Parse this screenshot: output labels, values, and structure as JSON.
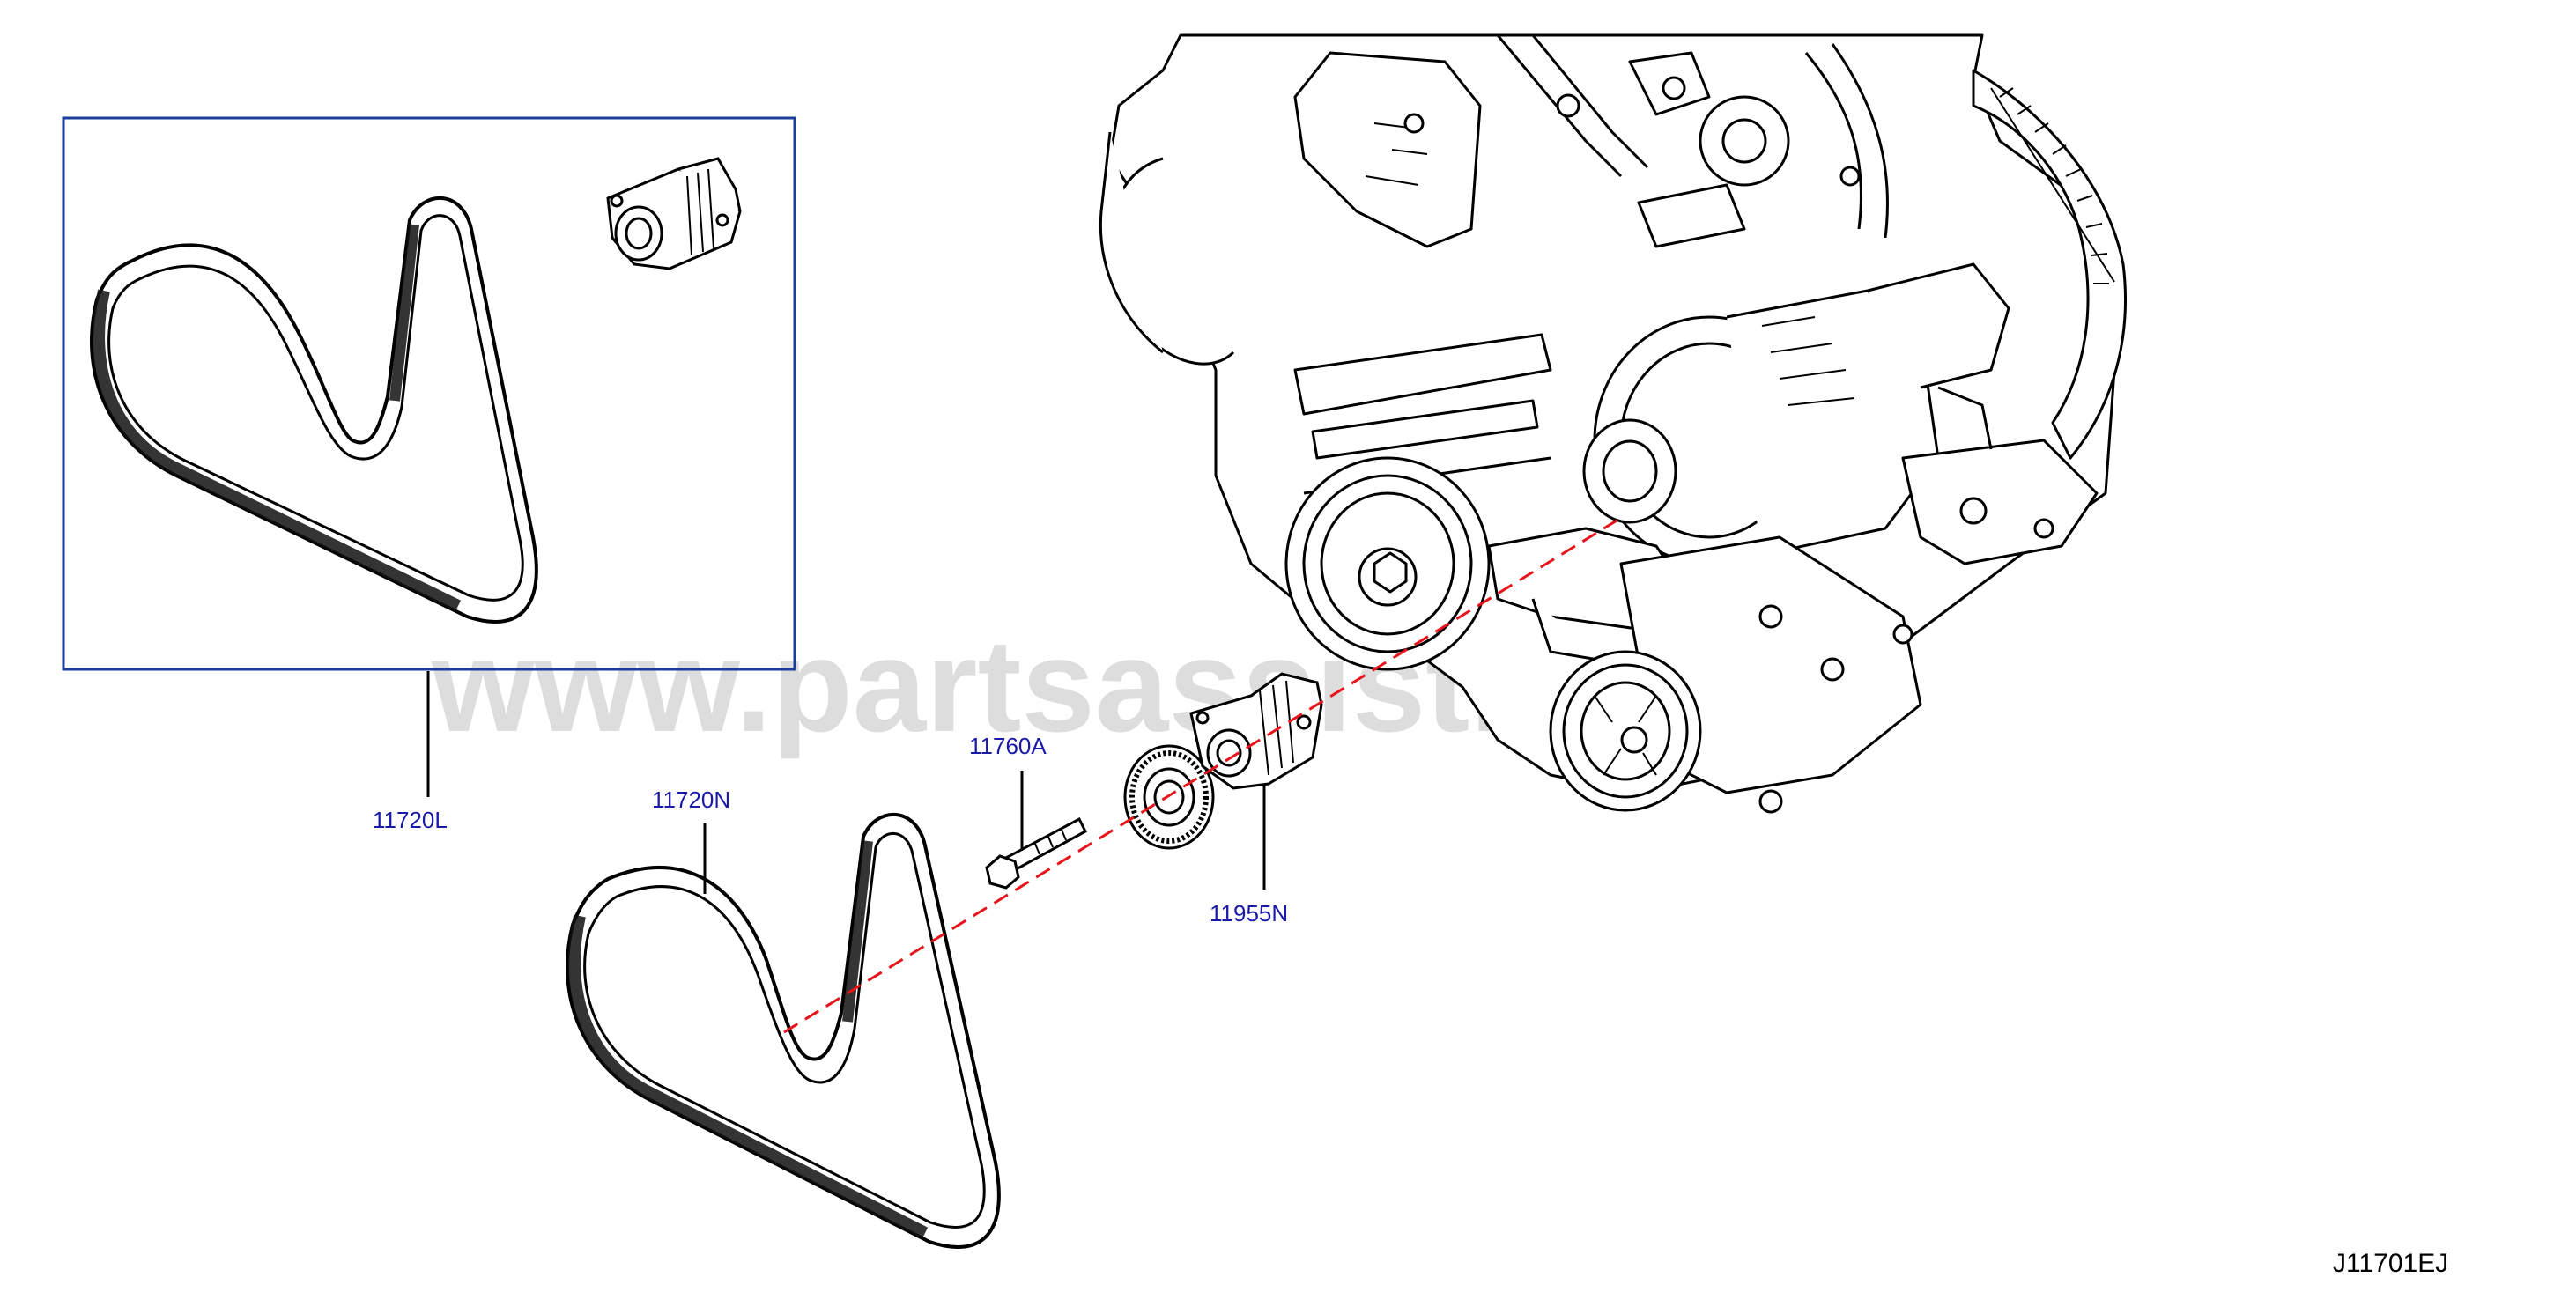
{
  "watermark": "www.partsassist.com",
  "diagram_code": "J11701EJ",
  "callouts": {
    "belt_kit": "11720L",
    "belt": "11720N",
    "bolt": "11760A",
    "tensioner": "11955N"
  },
  "colors": {
    "line": "#000000",
    "callout_text": "#1a1aa8",
    "box_border": "#1a3e9a",
    "routing_line": "#e8141b",
    "watermark": "#d6d6d6"
  }
}
